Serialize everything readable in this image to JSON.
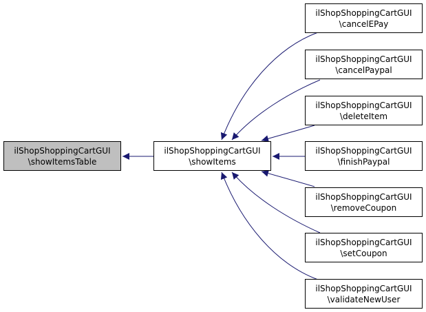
{
  "diagram": {
    "edge_color": "#191970",
    "focus_fill": "#bfbfbf",
    "nodes": [
      {
        "id": "showItemsTable",
        "line1": "ilShopShoppingCartGUI",
        "line2": "\\showItemsTable",
        "focus": true
      },
      {
        "id": "showItems",
        "line1": "ilShopShoppingCartGUI",
        "line2": "\\showItems",
        "focus": false
      },
      {
        "id": "cancelEPay",
        "line1": "ilShopShoppingCartGUI",
        "line2": "\\cancelEPay",
        "focus": false
      },
      {
        "id": "cancelPaypal",
        "line1": "ilShopShoppingCartGUI",
        "line2": "\\cancelPaypal",
        "focus": false
      },
      {
        "id": "deleteItem",
        "line1": "ilShopShoppingCartGUI",
        "line2": "\\deleteItem",
        "focus": false
      },
      {
        "id": "finishPaypal",
        "line1": "ilShopShoppingCartGUI",
        "line2": "\\finishPaypal",
        "focus": false
      },
      {
        "id": "removeCoupon",
        "line1": "ilShopShoppingCartGUI",
        "line2": "\\removeCoupon",
        "focus": false
      },
      {
        "id": "setCoupon",
        "line1": "ilShopShoppingCartGUI",
        "line2": "\\setCoupon",
        "focus": false
      },
      {
        "id": "validateNewUser",
        "line1": "ilShopShoppingCartGUI",
        "line2": "\\validateNewUser",
        "focus": false
      }
    ],
    "edges": [
      {
        "from": "showItems",
        "to": "showItemsTable"
      },
      {
        "from": "cancelEPay",
        "to": "showItems"
      },
      {
        "from": "cancelPaypal",
        "to": "showItems"
      },
      {
        "from": "deleteItem",
        "to": "showItems"
      },
      {
        "from": "finishPaypal",
        "to": "showItems"
      },
      {
        "from": "removeCoupon",
        "to": "showItems"
      },
      {
        "from": "setCoupon",
        "to": "showItems"
      },
      {
        "from": "validateNewUser",
        "to": "showItems"
      }
    ]
  }
}
